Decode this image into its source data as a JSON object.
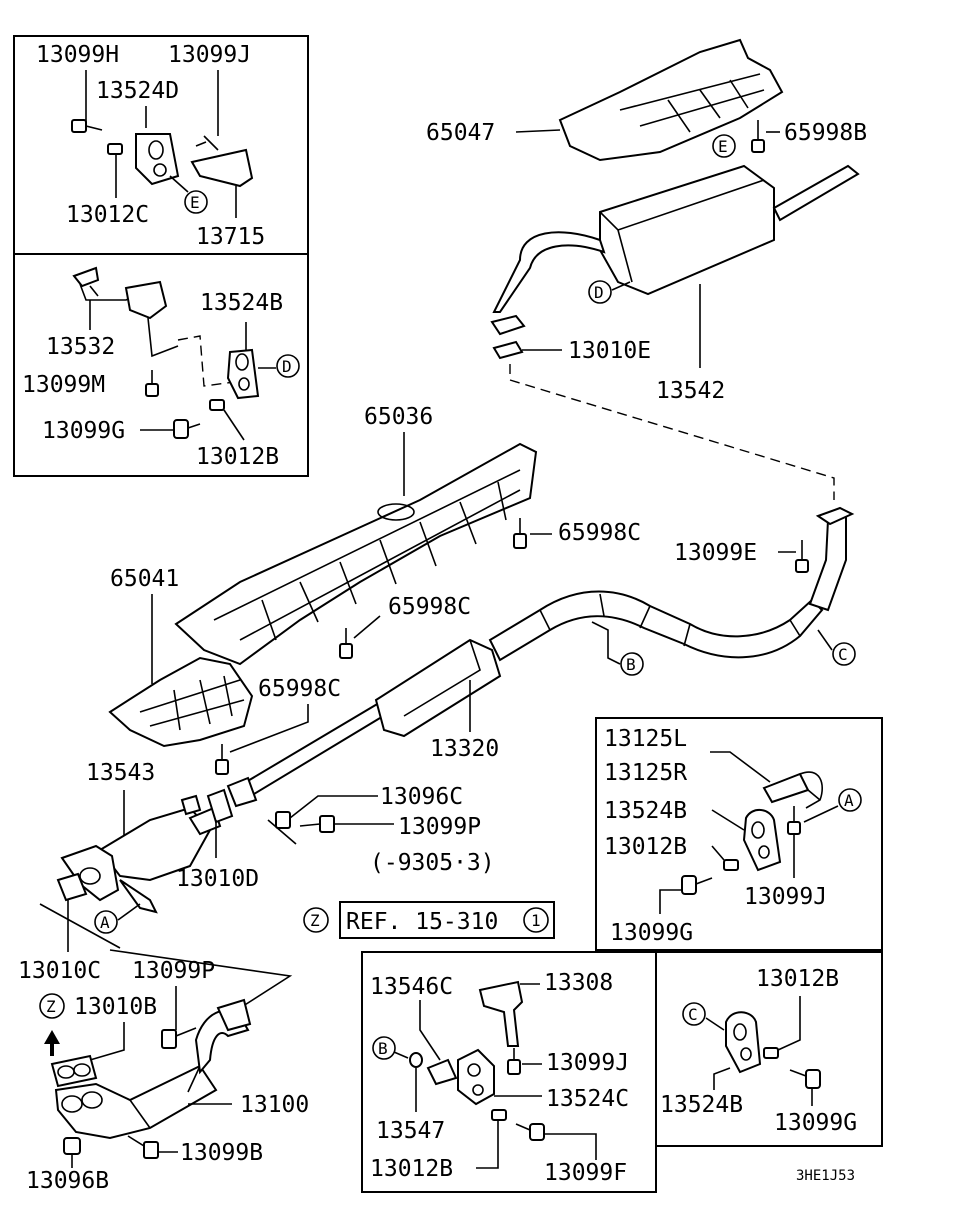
{
  "boxes": {
    "top_left": {
      "labels": [
        "13099H",
        "13099J",
        "13524D",
        "13012C",
        "13715"
      ],
      "callout": "E"
    },
    "mid_left": {
      "labels": [
        "13524B",
        "13532",
        "13099M",
        "13099G",
        "13012B"
      ],
      "callout": "D"
    },
    "hanger_a": {
      "labels": [
        "13125L",
        "13125R",
        "13524B",
        "13012B",
        "13099J",
        "13099G"
      ],
      "callout": "A"
    },
    "bracket_b": {
      "labels": [
        "13546C",
        "13308",
        "13099J",
        "13524C",
        "13547",
        "13012B",
        "13099F"
      ],
      "callout": "B"
    },
    "hanger_c": {
      "labels": [
        "13012B",
        "13524B",
        "13099G"
      ],
      "callout": "C"
    }
  },
  "main": {
    "labels": {
      "heat_protector_rear": "65047",
      "bolt_rear": "65998B",
      "gasket_rear": "13010E",
      "main_muffler": "13542",
      "heat_protector_center": "65036",
      "bolt_center": "65998C",
      "bolt_e": "13099E",
      "heat_protector_front": "65041",
      "bolt_center2": "65998C",
      "bolt_front": "65998C",
      "front_pipe": "13543",
      "center_pipe": "13320",
      "nut": "13096C",
      "bolt_p": "13099P",
      "date_note": "(-9305·3)",
      "gasket_d": "13010D",
      "gasket_c": "13010C",
      "bolt_p2": "13099P",
      "gasket_b": "13010B",
      "cat_converter": "13100",
      "nut_b": "13096B",
      "bolt_b": "13099B"
    },
    "callouts": [
      "E",
      "D",
      "B",
      "C",
      "A",
      "Z",
      "Z"
    ],
    "reference": {
      "prefix": "REF. 15-310",
      "number": "1"
    },
    "diagram_code": "3HE1J53"
  }
}
